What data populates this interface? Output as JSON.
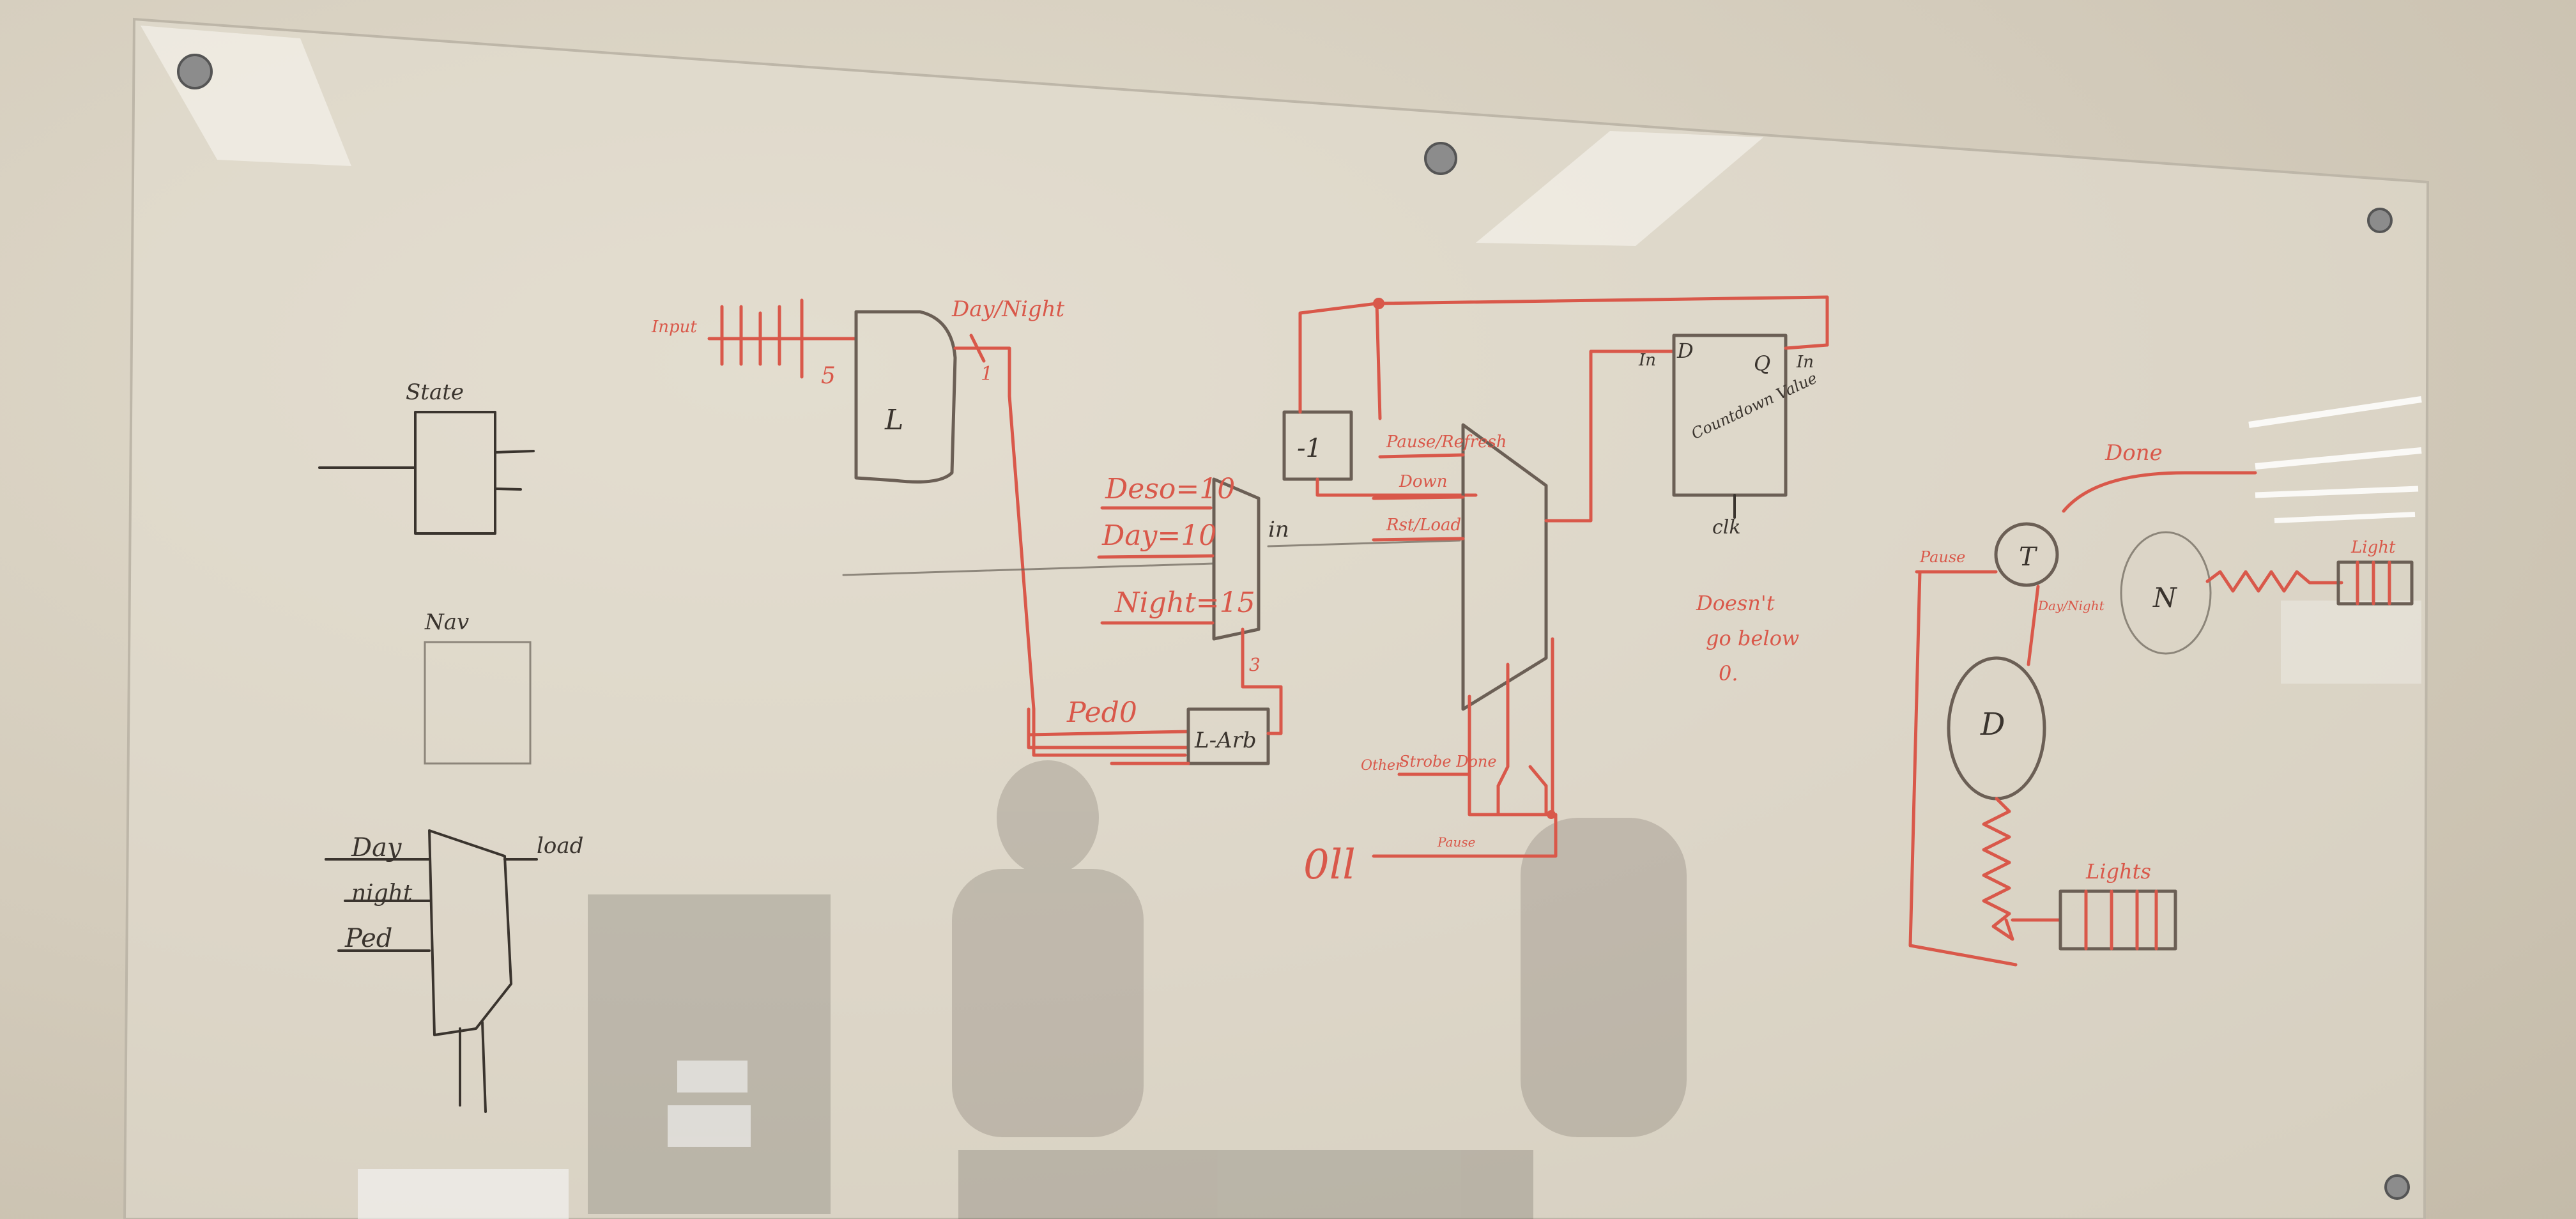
{
  "scene": {
    "colors": {
      "wall": "#d8d0c0",
      "red_marker": "#d9584a",
      "black_marker": "#3a342e",
      "standoff": "#8c8c8c"
    }
  },
  "whiteboard": {
    "left_diagram": {
      "state": "State",
      "nav": "Nav",
      "mux_inputs": [
        "Day",
        "night",
        "Ped"
      ],
      "load": "load"
    },
    "input_section": {
      "input": "Input",
      "bus_width_5": "5",
      "day_night": "Day/Night",
      "bus_width_1": "1",
      "block": "L"
    },
    "values": [
      "Deso=10",
      "Day=10",
      "Night=15"
    ],
    "values_in": "in",
    "ped": "Ped0",
    "arbiter": "L-Arb",
    "bus_width_3": "3",
    "minus_one": "-1",
    "mux_labels": [
      "Pause/Refresh",
      "Down",
      "Rst/Load"
    ],
    "counter": {
      "title": "Countdown Value",
      "d": "D",
      "q": "Q",
      "in_left": "In",
      "in_right": "In",
      "clk": "clk"
    },
    "note": [
      "Doesn't",
      "go below",
      "0."
    ],
    "bottom": {
      "other": "Other",
      "strobe_done": "Strobe Done",
      "zero_label": "0ll",
      "pause": "Pause"
    },
    "state_diagram": {
      "done": "Done",
      "pause": "Pause",
      "t": "T",
      "d": "D",
      "n": "N",
      "lights_right": "Light",
      "lights_bottom": "Lights",
      "day_night": "Day/Night"
    }
  }
}
